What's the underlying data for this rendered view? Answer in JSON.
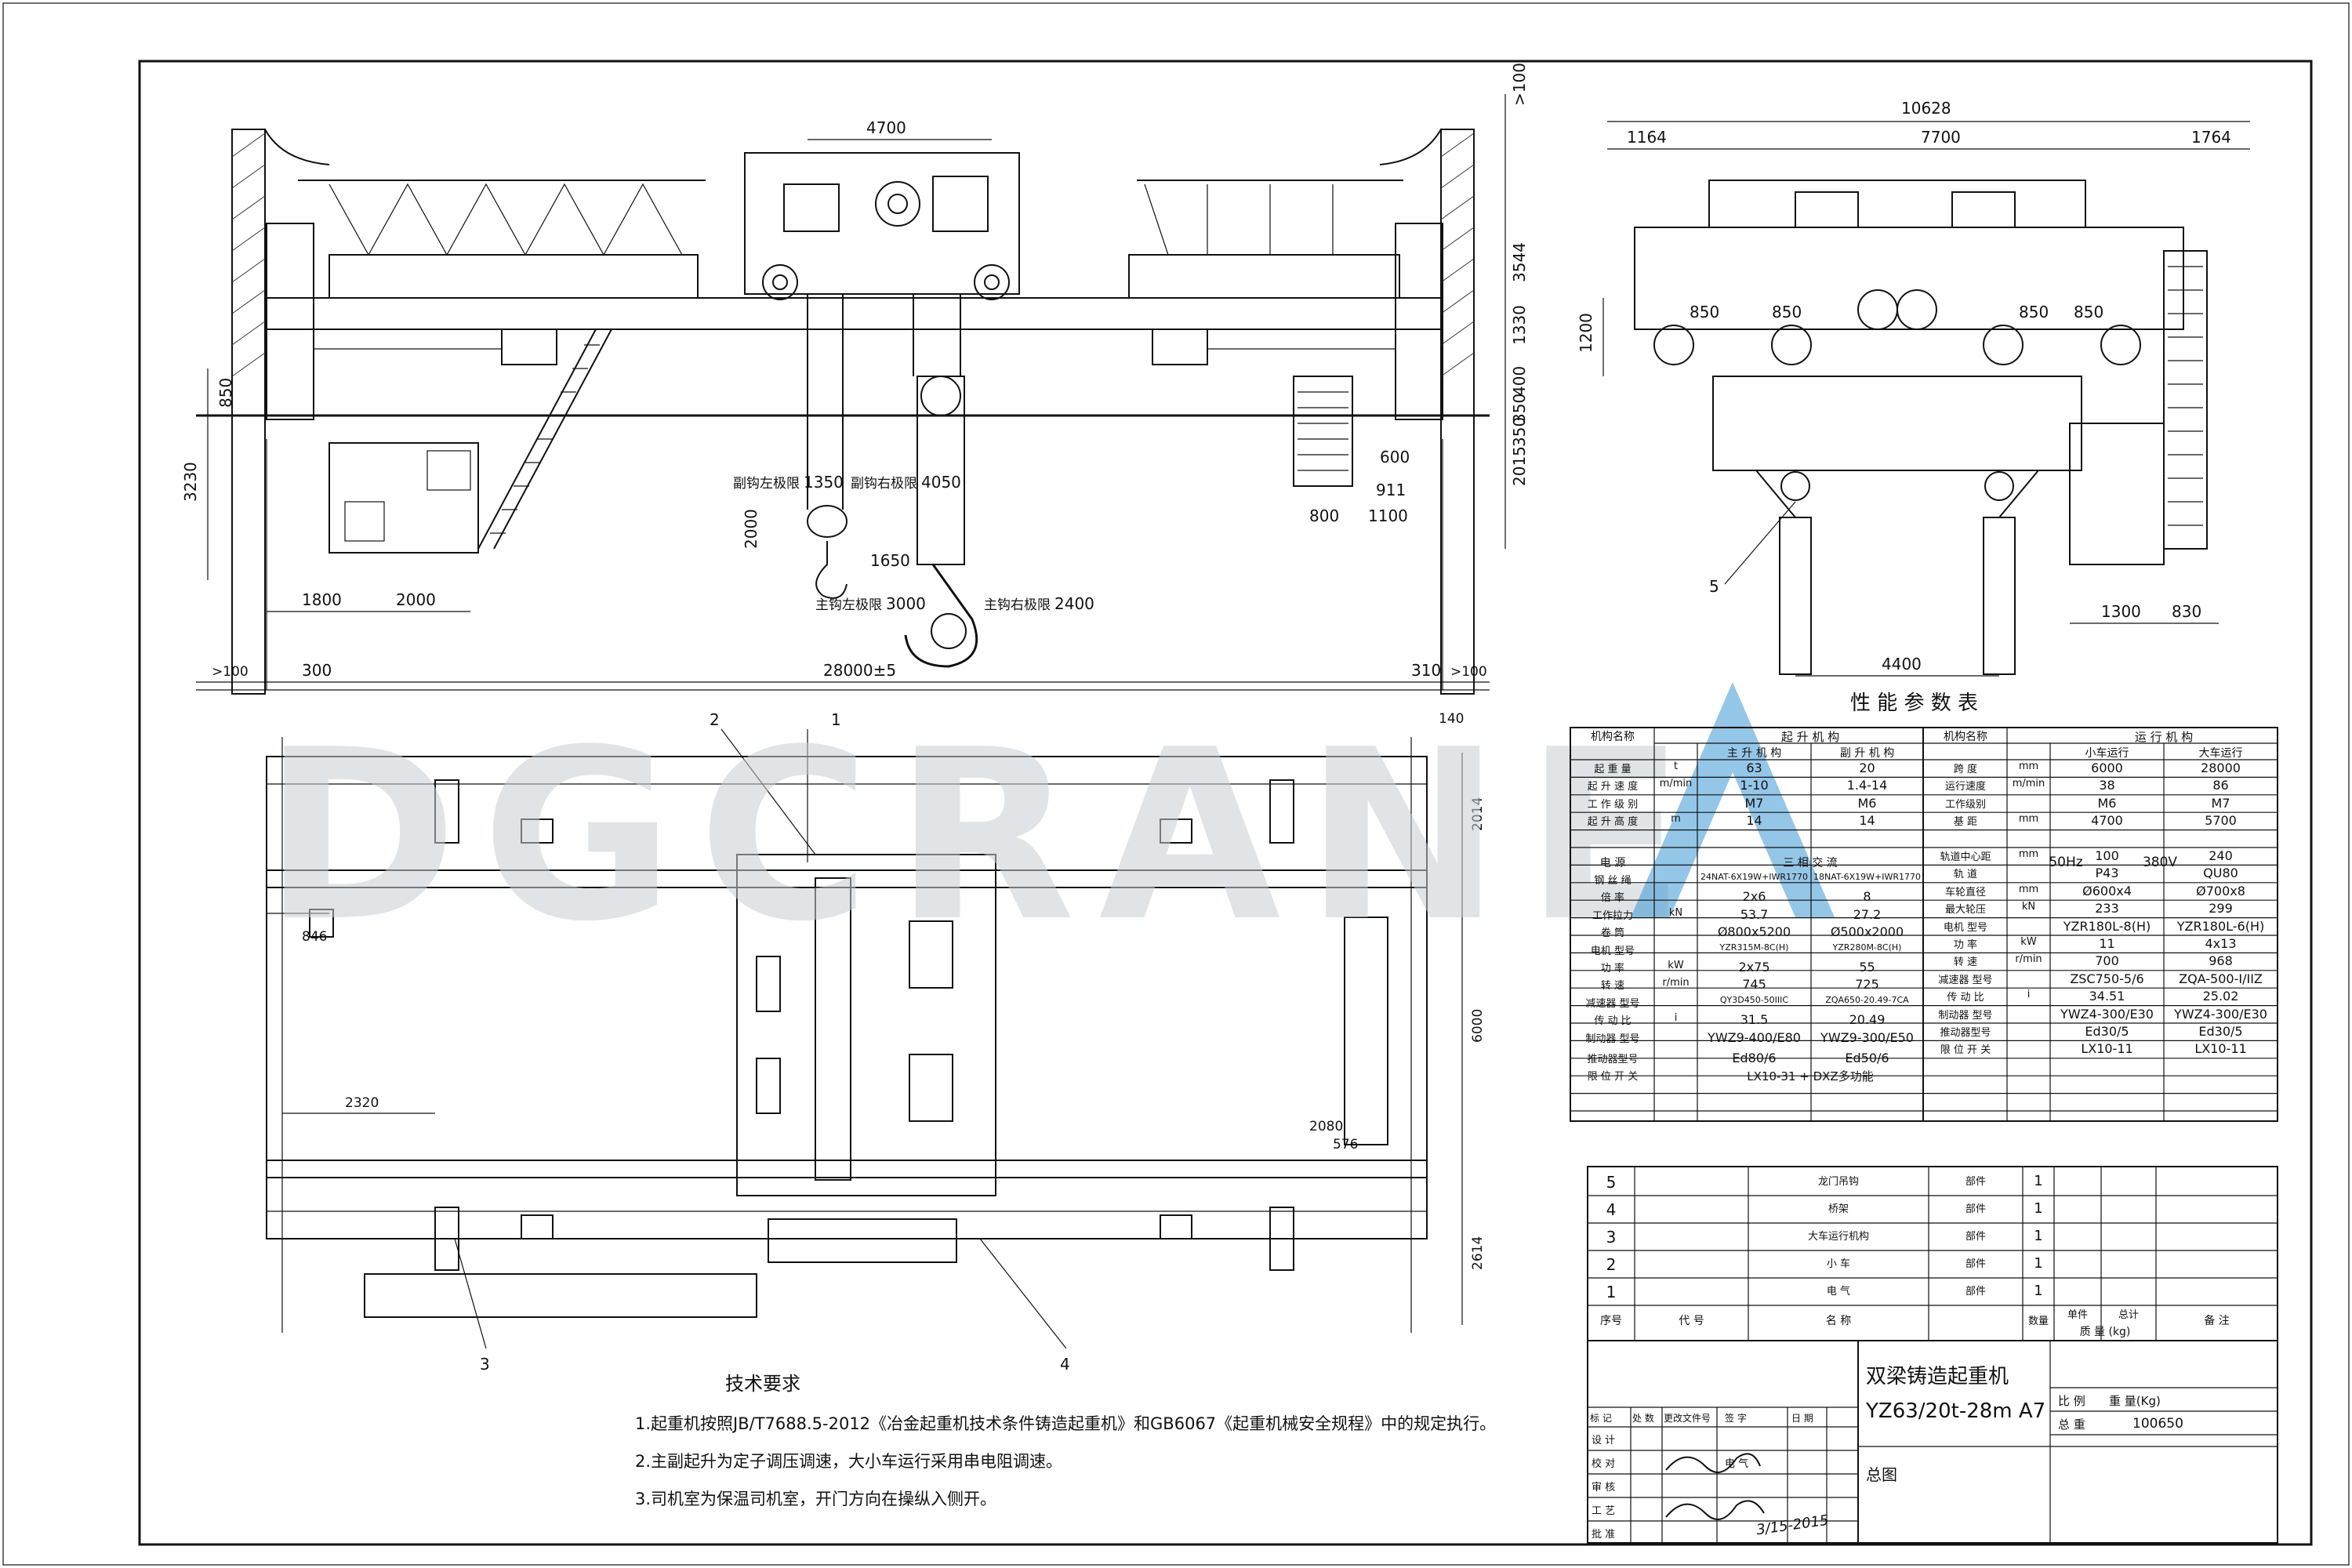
{
  "watermark": "DGCRANE",
  "elevation": {
    "top_span": "4700",
    "right_stack": [
      ">100",
      "3544",
      "1330",
      "400",
      "350",
      "350",
      "2015"
    ],
    "left_heights": [
      "850",
      "3230"
    ],
    "hook_heights": [
      "2000"
    ],
    "lift_labels": [
      {
        "label": "副钩左极限",
        "value": "1350"
      },
      {
        "label": "副钩右极限",
        "value": "4050"
      },
      {
        "label": "主钩左极限",
        "value": "3000"
      },
      {
        "label": "主钩右极限",
        "value": "2400"
      }
    ],
    "mid_dim": "1650",
    "bottom_left": [
      "1800",
      "2000"
    ],
    "bottom_right": [
      "600",
      "911",
      "800",
      "1100"
    ],
    "span_row": [
      ">100",
      "300",
      "28000±5",
      "310",
      ">100"
    ]
  },
  "side_view": {
    "top": "10628",
    "row": [
      "1164",
      "7700",
      "1764"
    ],
    "wheel_dims": [
      "850",
      "850",
      "850",
      "850"
    ],
    "left": "1200",
    "bottom_right": [
      "1300",
      "830"
    ],
    "bottom": "4400",
    "callout": "5"
  },
  "plan_view": {
    "callouts": [
      "1",
      "2",
      "3",
      "4"
    ],
    "dims": [
      "140",
      "2014",
      "6000",
      "2614",
      "846",
      "2320",
      "2080",
      "576"
    ]
  },
  "perf_table": {
    "title": "性 能 参 数 表",
    "left_header": [
      "机构名称",
      "起 升 机 构"
    ],
    "left_sub": [
      "主 升 机 构",
      "副 升 机 构"
    ],
    "left_rows": [
      {
        "label": "起 重 量",
        "unit": "t",
        "a": "63",
        "b": "20"
      },
      {
        "label": "起 升 速 度",
        "unit": "m/min",
        "a": "1-10",
        "b": "1.4-14"
      },
      {
        "label": "工 作 级 别",
        "unit": "",
        "a": "M7",
        "b": "M6"
      },
      {
        "label": "起 升 高 度",
        "unit": "m",
        "a": "14",
        "b": "14"
      }
    ],
    "power_row": {
      "label": "电 源",
      "value": "三  相  交  流",
      "freq": "50Hz",
      "volt": "380V"
    },
    "left_rows2": [
      {
        "label": "钢 丝 绳",
        "unit": "",
        "a": "24NAT-6X19W+IWR1770",
        "b": "18NAT-6X19W+IWR1770"
      },
      {
        "label": "倍 率",
        "unit": "",
        "a": "2x6",
        "b": "8"
      },
      {
        "label": "工作拉力",
        "unit": "kN",
        "a": "53.7",
        "b": "27.2"
      },
      {
        "label": "卷 筒",
        "unit": "",
        "a": "Ø800x5200",
        "b": "Ø500x2000"
      },
      {
        "label": "电机 型号",
        "unit": "",
        "a": "YZR315M-8C(H)",
        "b": "YZR280M-8C(H)"
      },
      {
        "label": "功 率",
        "unit": "kW",
        "a": "2x75",
        "b": "55"
      },
      {
        "label": "转 速",
        "unit": "r/min",
        "a": "745",
        "b": "725"
      },
      {
        "label": "减速器 型号",
        "unit": "",
        "a": "QY3D450-50IIIC",
        "b": "ZQA650-20.49-7CA"
      },
      {
        "label": "传 动 比",
        "unit": "i",
        "a": "31.5",
        "b": "20.49"
      },
      {
        "label": "制动器 型号",
        "unit": "",
        "a": "YWZ9-400/E80",
        "b": "YWZ9-300/E50"
      },
      {
        "label": "推动器型号",
        "unit": "",
        "a": "Ed80/6",
        "b": "Ed50/6"
      },
      {
        "label": "限 位 开 关",
        "unit": "",
        "a": "LX10-31 + DXZ多功能",
        "b": ""
      }
    ],
    "right_header": [
      "机构名称",
      "运 行 机 构"
    ],
    "right_sub": [
      "小车运行",
      "大车运行"
    ],
    "right_rows": [
      {
        "label": "跨 度",
        "unit": "mm",
        "a": "6000",
        "b": "28000"
      },
      {
        "label": "运行速度",
        "unit": "m/min",
        "a": "38",
        "b": "86"
      },
      {
        "label": "工作级别",
        "unit": "",
        "a": "M6",
        "b": "M7"
      },
      {
        "label": "基 距",
        "unit": "mm",
        "a": "4700",
        "b": "5700"
      },
      {
        "label": "轨道中心距",
        "unit": "mm",
        "a": "100",
        "b": "240"
      },
      {
        "label": "轨 道",
        "unit": "",
        "a": "P43",
        "b": "QU80"
      },
      {
        "label": "车轮直径",
        "unit": "mm",
        "a": "Ø600x4",
        "b": "Ø700x8"
      },
      {
        "label": "最大轮压",
        "unit": "kN",
        "a": "233",
        "b": "299"
      },
      {
        "label": "电机 型号",
        "unit": "",
        "a": "YZR180L-8(H)",
        "b": "YZR180L-6(H)"
      },
      {
        "label": "功 率",
        "unit": "kW",
        "a": "11",
        "b": "4x13"
      },
      {
        "label": "转 速",
        "unit": "r/min",
        "a": "700",
        "b": "968"
      },
      {
        "label": "减速器 型号",
        "unit": "",
        "a": "ZSC750-5/6",
        "b": "ZQA-500-I/IIZ"
      },
      {
        "label": "传 动 比",
        "unit": "i",
        "a": "34.51",
        "b": "25.02"
      },
      {
        "label": "制动器 型号",
        "unit": "",
        "a": "YWZ4-300/E30",
        "b": "YWZ4-300/E30"
      },
      {
        "label": "推动器型号",
        "unit": "",
        "a": "Ed30/5",
        "b": "Ed30/5"
      },
      {
        "label": "限 位 开 关",
        "unit": "",
        "a": "LX10-11",
        "b": "LX10-11"
      }
    ]
  },
  "parts_list": {
    "rows": [
      {
        "no": "5",
        "name": "龙门吊钩",
        "type": "部件",
        "qty": "1"
      },
      {
        "no": "4",
        "name": "桥架",
        "type": "部件",
        "qty": "1"
      },
      {
        "no": "3",
        "name": "大车运行机构",
        "type": "部件",
        "qty": "1"
      },
      {
        "no": "2",
        "name": "小 车",
        "type": "部件",
        "qty": "1"
      },
      {
        "no": "1",
        "name": "电 气",
        "type": "部件",
        "qty": "1"
      }
    ],
    "header": {
      "no": "序号",
      "code": "代 号",
      "name": "名 称",
      "qty": "数量",
      "single": "单件",
      "total": "总计",
      "weight": "质 量 (kg)",
      "remark": "备 注"
    }
  },
  "title_block": {
    "product": "双梁铸造起重机",
    "model": "YZ63/20t-28m A7",
    "drawing": "总图",
    "weight_label": "重 量(Kg)",
    "ratio_label": "比 例",
    "scale_label": "总 重",
    "weight_value": "100650",
    "signature_rows": [
      "设 计",
      "校 对",
      "审 核",
      "工 艺",
      "批 准"
    ],
    "columns": [
      "标 记",
      "处 数",
      "更改文件号",
      "签 字",
      "日 期"
    ],
    "electric": "电 气",
    "date_hand": "3/15-2015"
  },
  "tech_req": {
    "title": "技术要求",
    "lines": [
      "1.起重机按照JB/T7688.5-2012《冶金起重机技术条件铸造起重机》和GB6067《起重机械安全规程》中的规定执行。",
      "2.主副起升为定子调压调速，大小车运行采用串电阻调速。",
      "3.司机室为保温司机室，开门方向在操纵入侧开。"
    ]
  }
}
